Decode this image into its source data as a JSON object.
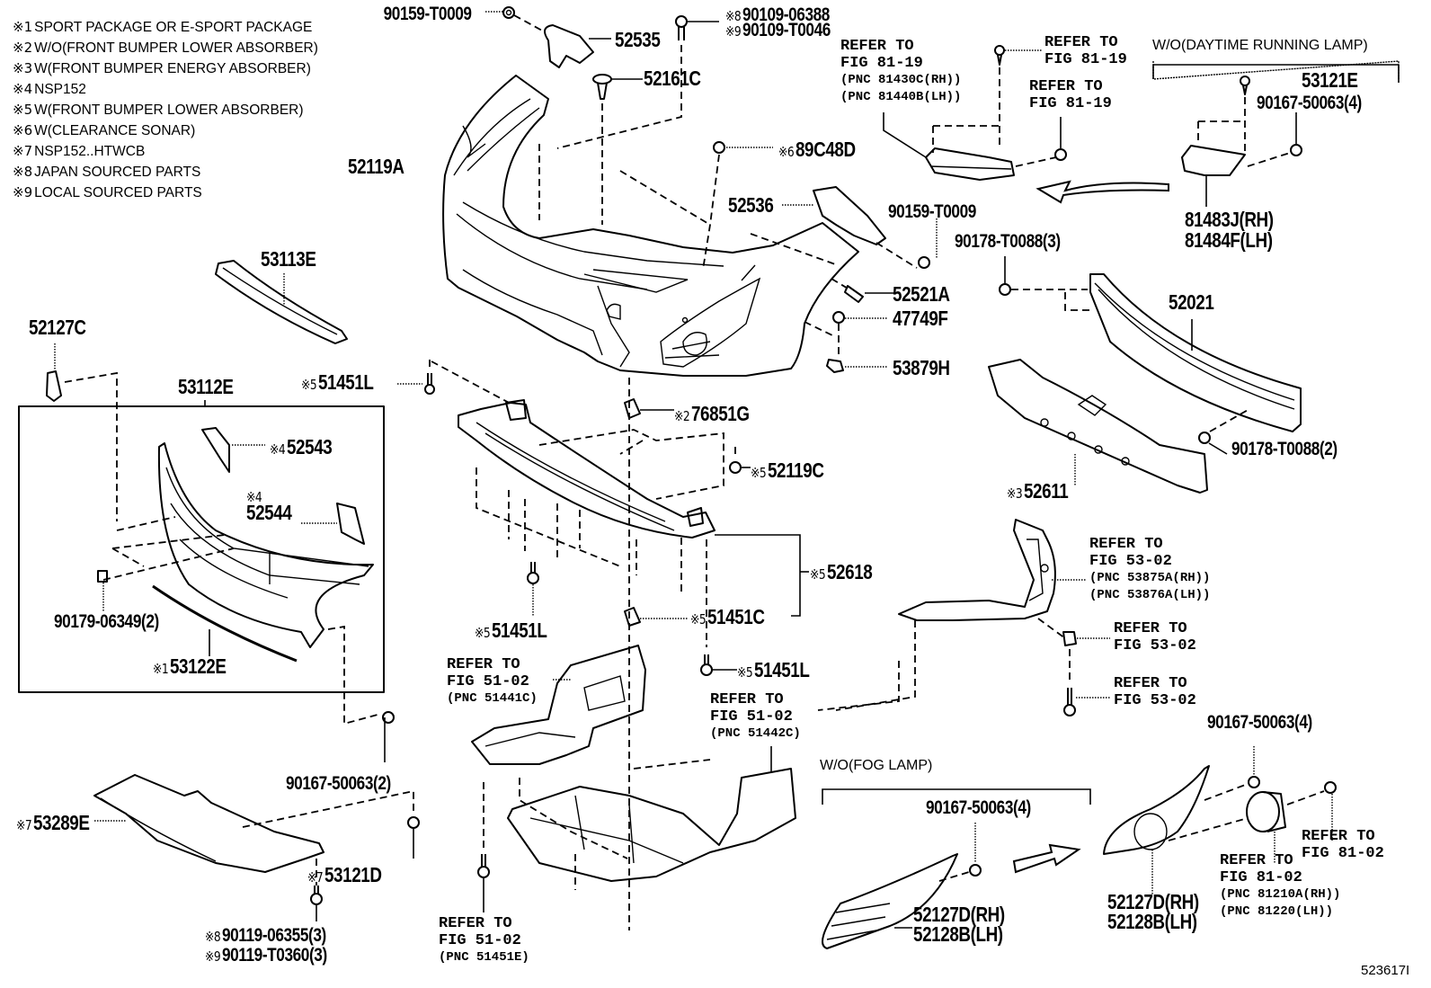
{
  "figure": {
    "type": "exploded parts diagram",
    "subject": "Front bumper & bumper cover",
    "figure_number": "523617I"
  },
  "notes": [
    {
      "mark": "※1",
      "text": "SPORT PACKAGE OR E-SPORT PACKAGE"
    },
    {
      "mark": "※2",
      "text": "W/O(FRONT BUMPER LOWER ABSORBER)"
    },
    {
      "mark": "※3",
      "text": "W(FRONT BUMPER ENERGY ABSORBER)"
    },
    {
      "mark": "※4",
      "text": "NSP152"
    },
    {
      "mark": "※5",
      "text": "W(FRONT BUMPER LOWER ABSORBER)"
    },
    {
      "mark": "※6",
      "text": "W(CLEARANCE SONAR)"
    },
    {
      "mark": "※7",
      "text": "NSP152..HTWCB"
    },
    {
      "mark": "※8",
      "text": "JAPAN SOURCED PARTS"
    },
    {
      "mark": "※9",
      "text": "LOCAL SOURCED PARTS"
    }
  ],
  "conditions": {
    "drl": "W/O(DAYTIME RUNNING LAMP)",
    "fog": "W/O(FOG LAMP)"
  },
  "parts": {
    "p90159_top": {
      "mark": "",
      "num": "90159-T0009"
    },
    "p52535": {
      "mark": "",
      "num": "52535"
    },
    "p90109_a": {
      "mark": "※8",
      "num": "90109-06388"
    },
    "p90109_b": {
      "mark": "※9",
      "num": "90109-T0046"
    },
    "p52161C": {
      "mark": "",
      "num": "52161C"
    },
    "p52119A": {
      "mark": "",
      "num": "52119A"
    },
    "p89C48D": {
      "mark": "※6",
      "num": "89C48D"
    },
    "p52536": {
      "mark": "",
      "num": "52536"
    },
    "p90159_mid": {
      "mark": "",
      "num": "90159-T0009"
    },
    "p52521A": {
      "mark": "",
      "num": "52521A"
    },
    "p47749F": {
      "mark": "",
      "num": "47749F"
    },
    "p53879H": {
      "mark": "",
      "num": "53879H"
    },
    "p53121E": {
      "mark": "",
      "num": "53121E"
    },
    "p90167_drl": {
      "mark": "",
      "num": "90167-50063(4)"
    },
    "p81483J": {
      "mark": "",
      "num": "81483J(RH)"
    },
    "p81484F": {
      "mark": "",
      "num": "81484F(LH)"
    },
    "p90178_3": {
      "mark": "",
      "num": "90178-T0088(3)"
    },
    "p52021": {
      "mark": "",
      "num": "52021"
    },
    "p90178_2": {
      "mark": "",
      "num": "90178-T0088(2)"
    },
    "p52611": {
      "mark": "※3",
      "num": "52611"
    },
    "p53113E": {
      "mark": "",
      "num": "53113E"
    },
    "p52127C": {
      "mark": "",
      "num": "52127C"
    },
    "p53112E": {
      "mark": "",
      "num": "53112E"
    },
    "p51451L_top": {
      "mark": "※5",
      "num": "51451L"
    },
    "p52543": {
      "mark": "※4",
      "num": "52543"
    },
    "p52544_mark": {
      "mark": "※4",
      "num": ""
    },
    "p52544": {
      "mark": "",
      "num": "52544"
    },
    "p90179": {
      "mark": "",
      "num": "90179-06349(2)"
    },
    "p53122E": {
      "mark": "※1",
      "num": "53122E"
    },
    "p76851G": {
      "mark": "※2",
      "num": "76851G"
    },
    "p52119C": {
      "mark": "※5",
      "num": "52119C"
    },
    "p52618": {
      "mark": "※5",
      "num": "52618"
    },
    "p51451L_mid": {
      "mark": "※5",
      "num": "51451L"
    },
    "p51451C": {
      "mark": "※5",
      "num": "51451C"
    },
    "p51451L_low": {
      "mark": "※5",
      "num": "51451L"
    },
    "p90167_left": {
      "mark": "",
      "num": "90167-50063(2)"
    },
    "p53289E": {
      "mark": "※7",
      "num": "53289E"
    },
    "p53121D": {
      "mark": "※7",
      "num": "53121D"
    },
    "p90119_a": {
      "mark": "※8",
      "num": "90119-06355(3)"
    },
    "p90119_b": {
      "mark": "※9",
      "num": "90119-T0360(3)"
    },
    "p90167_fog1": {
      "mark": "",
      "num": "90167-50063(4)"
    },
    "p52127D_1": {
      "mark": "",
      "num": "52127D(RH)"
    },
    "p52128B_1": {
      "mark": "",
      "num": "52128B(LH)"
    },
    "p90167_fog2": {
      "mark": "",
      "num": "90167-50063(4)"
    },
    "p52127D_2": {
      "mark": "",
      "num": "52127D(RH)"
    },
    "p52128B_2": {
      "mark": "",
      "num": "52128B(LH)"
    }
  },
  "references": {
    "r81_19_a": {
      "line1": "REFER TO",
      "line2": "FIG 81-19",
      "pnc1": "(PNC 81430C(RH))",
      "pnc2": "(PNC 81440B(LH))"
    },
    "r81_19_b": {
      "line1": "REFER TO",
      "line2": "FIG 81-19"
    },
    "r81_19_c": {
      "line1": "REFER TO",
      "line2": "FIG 81-19"
    },
    "r53_02_a": {
      "line1": "REFER TO",
      "line2": "FIG 53-02",
      "pnc1": "(PNC 53875A(RH))",
      "pnc2": "(PNC 53876A(LH))"
    },
    "r53_02_b": {
      "line1": "REFER TO",
      "line2": "FIG 53-02"
    },
    "r53_02_c": {
      "line1": "REFER TO",
      "line2": "FIG 53-02"
    },
    "r51_02_a": {
      "line1": "REFER TO",
      "line2": "FIG 51-02",
      "pnc1": "(PNC 51441C)"
    },
    "r51_02_b": {
      "line1": "REFER TO",
      "line2": "FIG 51-02",
      "pnc1": "(PNC 51442C)"
    },
    "r51_02_c": {
      "line1": "REFER TO",
      "line2": "FIG 51-02",
      "pnc1": "(PNC 51451E)"
    },
    "r81_02_a": {
      "line1": "REFER TO",
      "line2": "FIG 81-02",
      "pnc1": "(PNC 81210A(RH))",
      "pnc2": "(PNC 81220(LH))"
    },
    "r81_02_b": {
      "line1": "REFER TO",
      "line2": "FIG 81-02"
    }
  }
}
